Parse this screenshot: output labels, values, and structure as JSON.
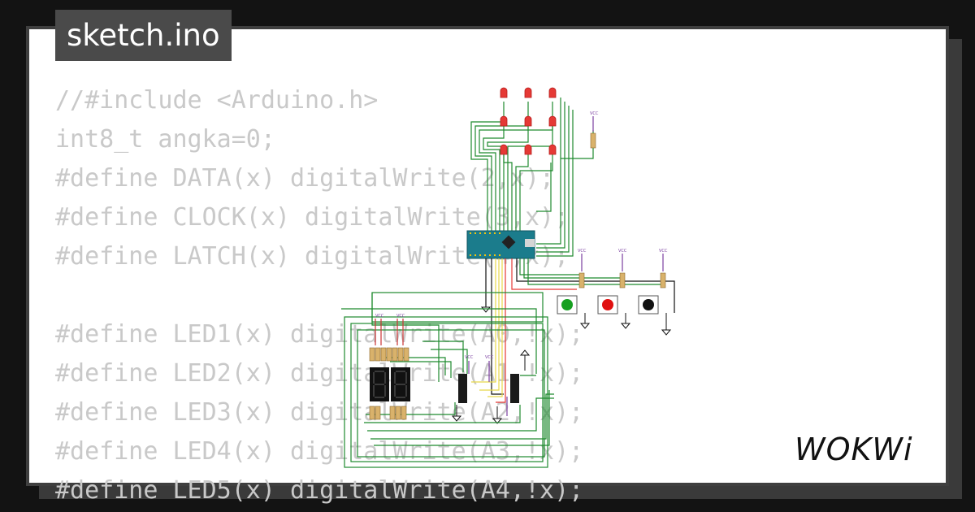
{
  "tab": {
    "filename": "sketch.ino"
  },
  "code": {
    "lines": [
      "//#include <Arduino.h>",
      "int8_t angka=0;",
      "#define DATA(x) digitalWrite(2,x);",
      "#define CLOCK(x) digitalWrite(3,x);",
      "#define LATCH(x) digitalWrite(4,x);",
      "",
      "#define LED1(x) digitalWrite(A0,!x);",
      "#define LED2(x) digitalWrite(A1,!x);",
      "#define LED3(x) digitalWrite(A2,!x);",
      "#define LED4(x) digitalWrite(A3,!x);",
      "#define LED5(x) digitalWrite(A4,!x);"
    ]
  },
  "diagram": {
    "vcc_label": "VCC",
    "wire_color": "#1e8a2e",
    "board_color": "#1b7c8c",
    "led_color": "#e53935",
    "button_caps": [
      "#16a020",
      "#e01010",
      "#111111"
    ]
  },
  "brand": {
    "logo_text": "WOKWi"
  }
}
